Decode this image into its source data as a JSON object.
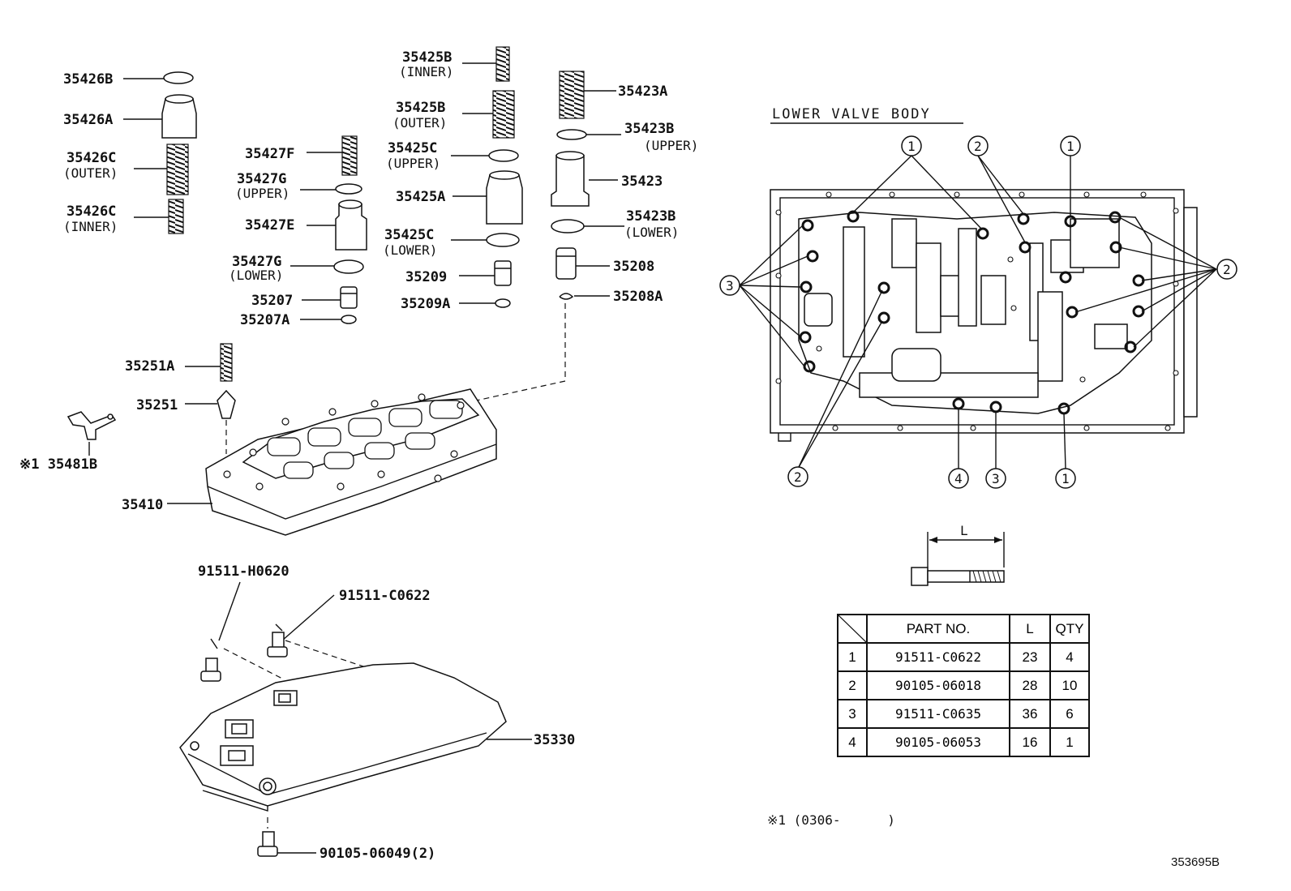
{
  "labels": {
    "p35426B": "35426B",
    "p35426A": "35426A",
    "p35426C_outer": "35426C",
    "q35426C_outer": "(OUTER)",
    "p35426C_inner": "35426C",
    "q35426C_inner": "(INNER)",
    "p35427F": "35427F",
    "p35427G_upper": "35427G",
    "q35427G_upper": "(UPPER)",
    "p35427E": "35427E",
    "p35427G_lower": "35427G",
    "q35427G_lower": "(LOWER)",
    "p35207": "35207",
    "p35207A": "35207A",
    "p35425B_inner": "35425B",
    "q35425B_inner": "(INNER)",
    "p35425B_outer": "35425B",
    "q35425B_outer": "(OUTER)",
    "p35425C_upper": "35425C",
    "q35425C_upper": "(UPPER)",
    "p35425A": "35425A",
    "p35425C_lower": "35425C",
    "q35425C_lower": "(LOWER)",
    "p35209": "35209",
    "p35209A": "35209A",
    "p35423A": "35423A",
    "p35423B_upper": "35423B",
    "q35423B_upper": "(UPPER)",
    "p35423": "35423",
    "p35423B_lower": "35423B",
    "q35423B_lower": "(LOWER)",
    "p35208": "35208",
    "p35208A": "35208A",
    "p35251A": "35251A",
    "p35251": "35251",
    "p35481B": "※1 35481B",
    "p35410": "35410",
    "p91511H0620": "91511-H0620",
    "p91511C0622": "91511-C0622",
    "p35330": "35330",
    "p90105_06049": "90105-06049(2)"
  },
  "lower_valve_body": {
    "title": "LOWER VALVE BODY",
    "callouts": [
      "1",
      "2",
      "3",
      "4"
    ]
  },
  "bolt_dim_label": "L",
  "bolt_table": {
    "headers": [
      "",
      "PART NO.",
      "L",
      "QTY"
    ],
    "rows": [
      {
        "no": "1",
        "part_no": "91511-C0622",
        "L": "23",
        "qty": "4"
      },
      {
        "no": "2",
        "part_no": "90105-06018",
        "L": "28",
        "qty": "10"
      },
      {
        "no": "3",
        "part_no": "91511-C0635",
        "L": "36",
        "qty": "6"
      },
      {
        "no": "4",
        "part_no": "90105-06053",
        "L": "16",
        "qty": "1"
      }
    ]
  },
  "footnote": "※1 (0306-      )",
  "figure_id": "353695B"
}
